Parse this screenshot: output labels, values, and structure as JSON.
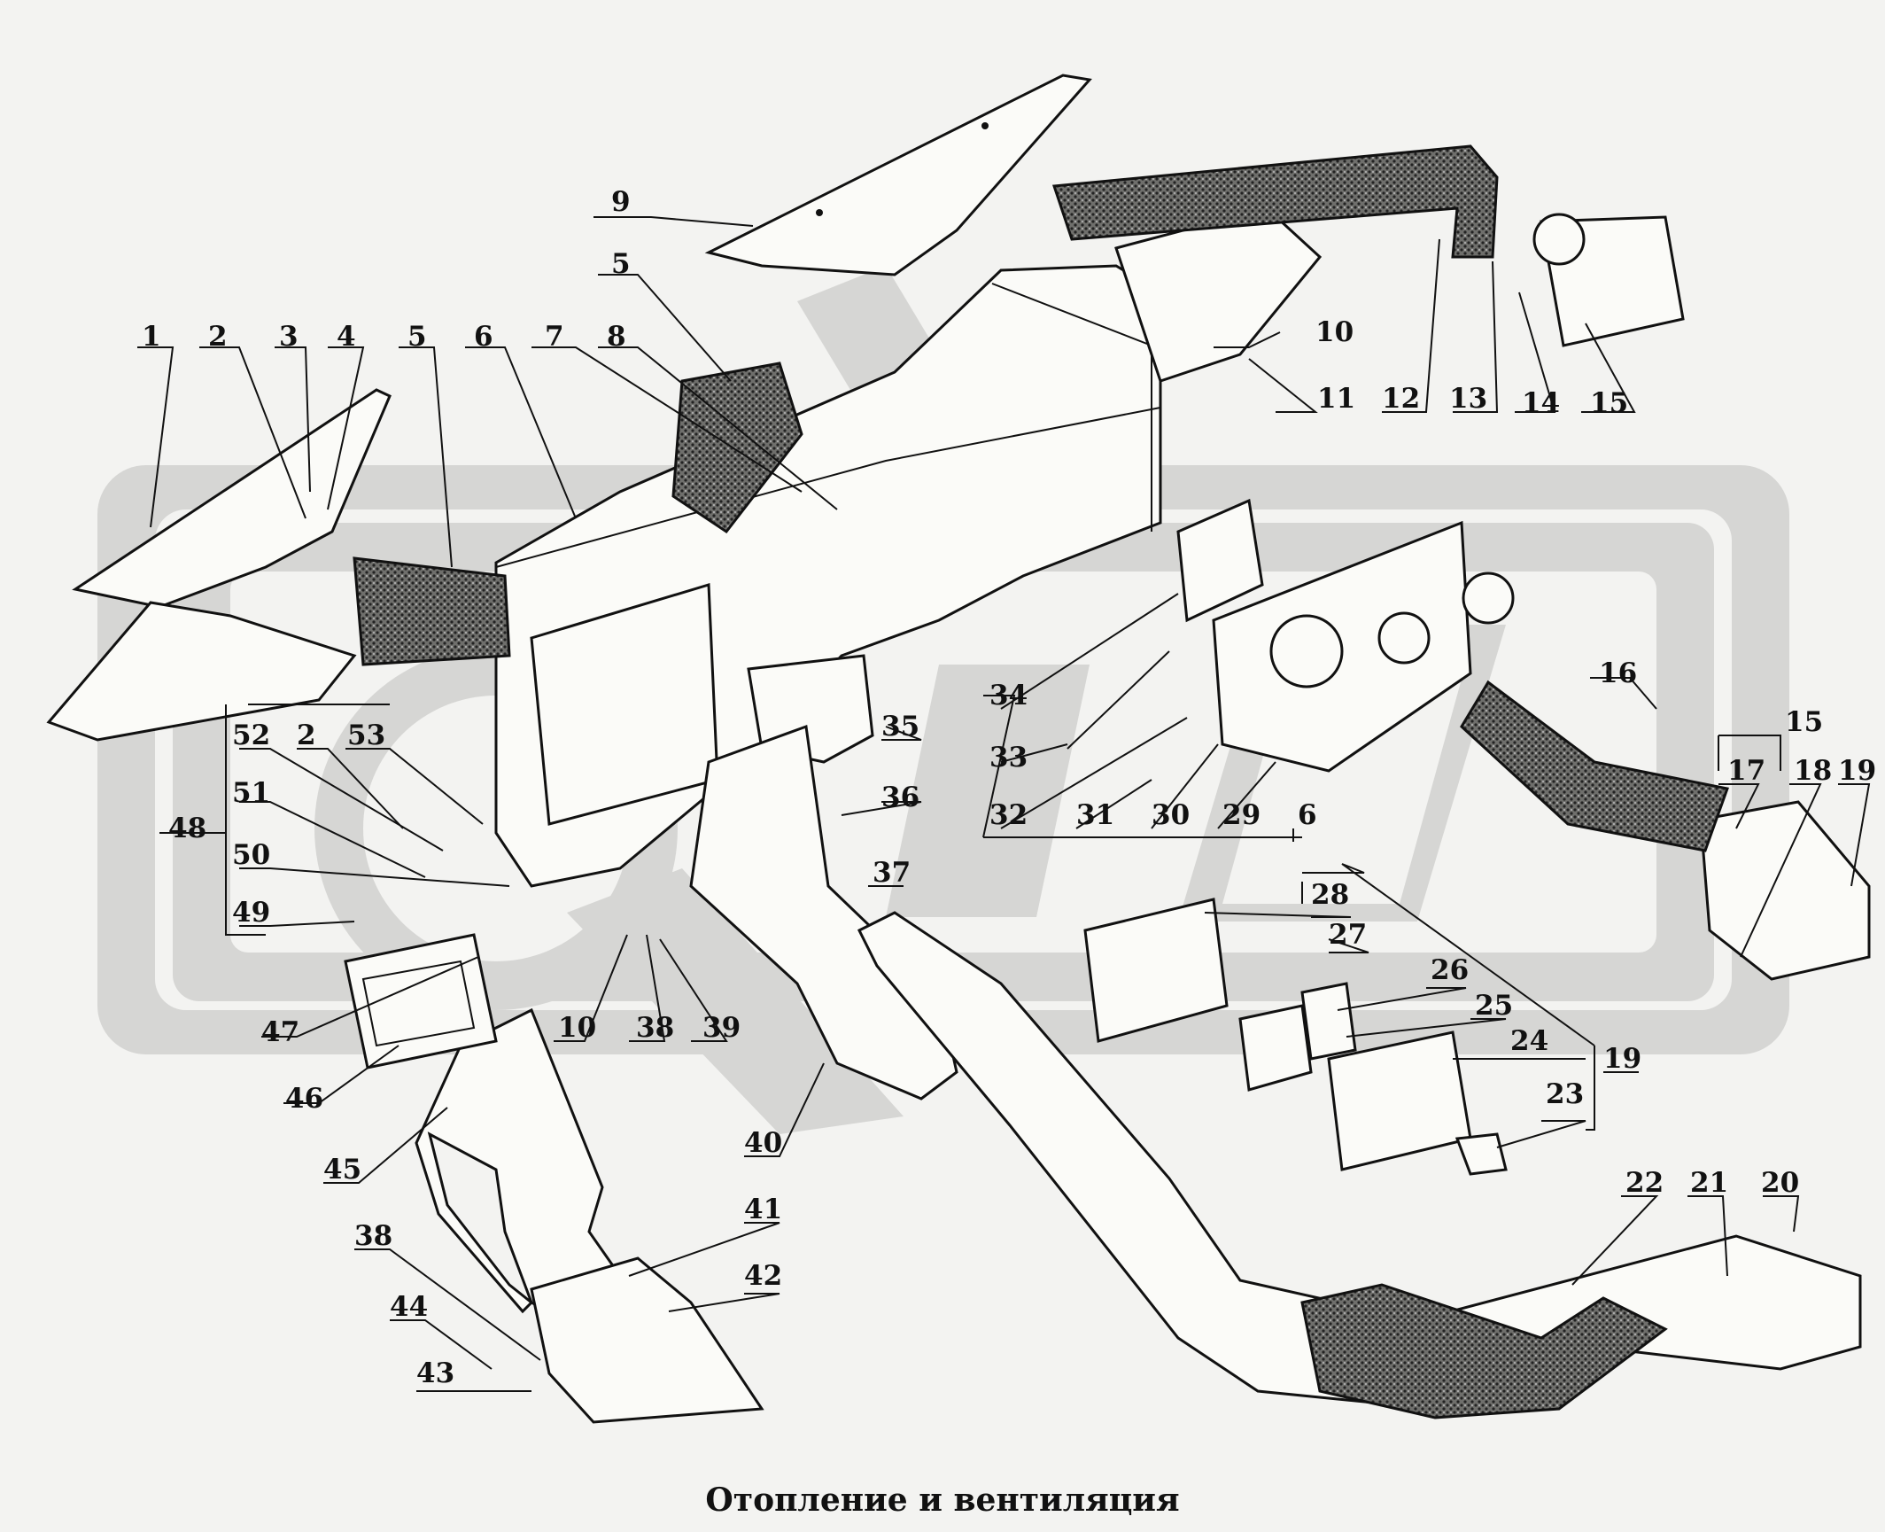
{
  "caption": "Отопление и вентиляция",
  "callouts": [
    "1",
    "2",
    "3",
    "4",
    "5",
    "6",
    "7",
    "8",
    "5",
    "9",
    "10",
    "11",
    "12",
    "13",
    "14",
    "15",
    "16",
    "15",
    "17",
    "18",
    "19",
    "34",
    "33",
    "32",
    "31",
    "30",
    "29",
    "6",
    "35",
    "36",
    "52",
    "2",
    "53",
    "51",
    "50",
    "48",
    "49",
    "37",
    "28",
    "27",
    "26",
    "25",
    "24",
    "19",
    "23",
    "47",
    "46",
    "10",
    "38",
    "39",
    "40",
    "45",
    "41",
    "42",
    "38",
    "44",
    "43",
    "22",
    "21",
    "20"
  ]
}
